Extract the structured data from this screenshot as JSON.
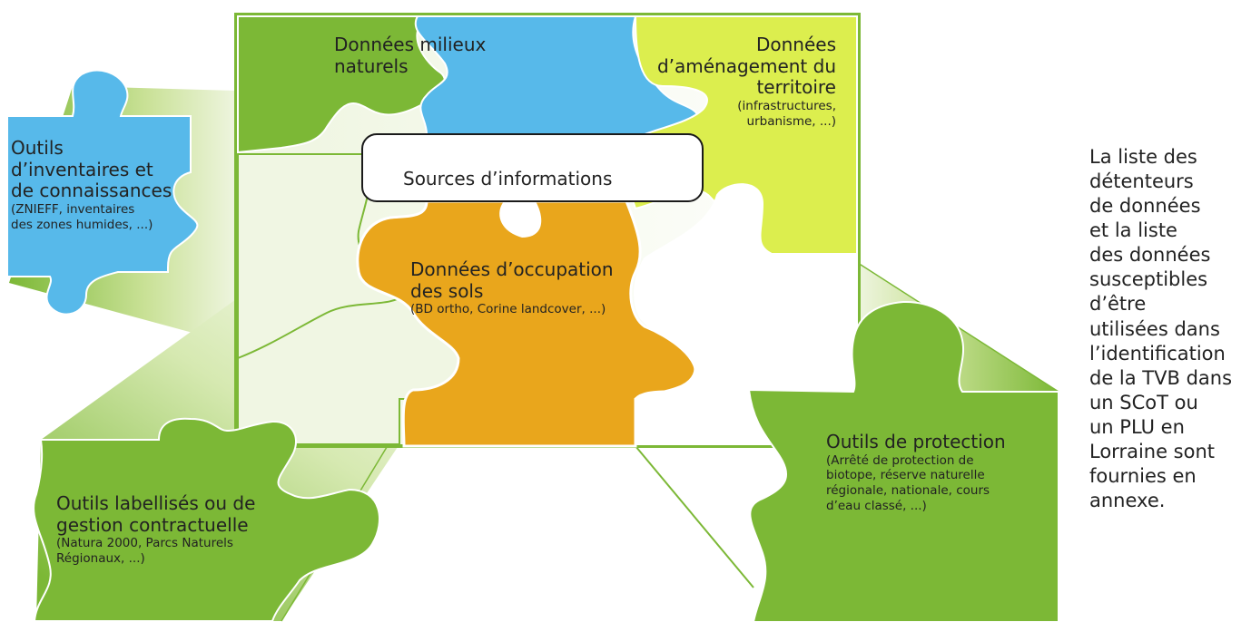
{
  "colors": {
    "green": "#7cb836",
    "blue": "#57b9ea",
    "yellow": "#dcee4e",
    "orange": "#e9a61c",
    "light_green": "#eef5df",
    "outline": "#7cb836"
  },
  "center": {
    "label": "Sources d’informations"
  },
  "pieces": {
    "milieux": {
      "title": [
        "Données milieux",
        "naturels"
      ]
    },
    "amenagement": {
      "title": [
        "Données",
        "d’aménagement du",
        "territoire"
      ],
      "details": [
        "(infrastructures,",
        "urbanisme, ...)"
      ]
    },
    "occupation": {
      "title": [
        "Données d’occupation",
        "des sols"
      ],
      "details": [
        "(BD ortho, Corine landcover, ...)"
      ]
    },
    "inventaires": {
      "title": [
        "Outils",
        "d’inventaires et",
        "de connaissances"
      ],
      "details": [
        "(ZNIEFF, inventaires",
        "des zones humides, ...)"
      ]
    },
    "labellises": {
      "title": [
        "Outils labellisés ou de",
        "gestion contractuelle"
      ],
      "details": [
        "(Natura 2000, Parcs Naturels",
        "Régionaux, ...)"
      ]
    },
    "protection": {
      "title": [
        "Outils de protection"
      ],
      "details": [
        "(Arrêté de protection de",
        "biotope, réserve naturelle",
        "régionale, nationale, cours",
        "d’eau classé, ...)"
      ]
    }
  },
  "side_note": [
    "La liste des",
    "détenteurs",
    "de données",
    "et la liste",
    "des données",
    "susceptibles",
    "d’être",
    "utilisées dans",
    "l’identification",
    "de la TVB dans",
    "un SCoT ou",
    "un PLU en",
    "Lorraine sont",
    "fournies en",
    "annexe."
  ]
}
